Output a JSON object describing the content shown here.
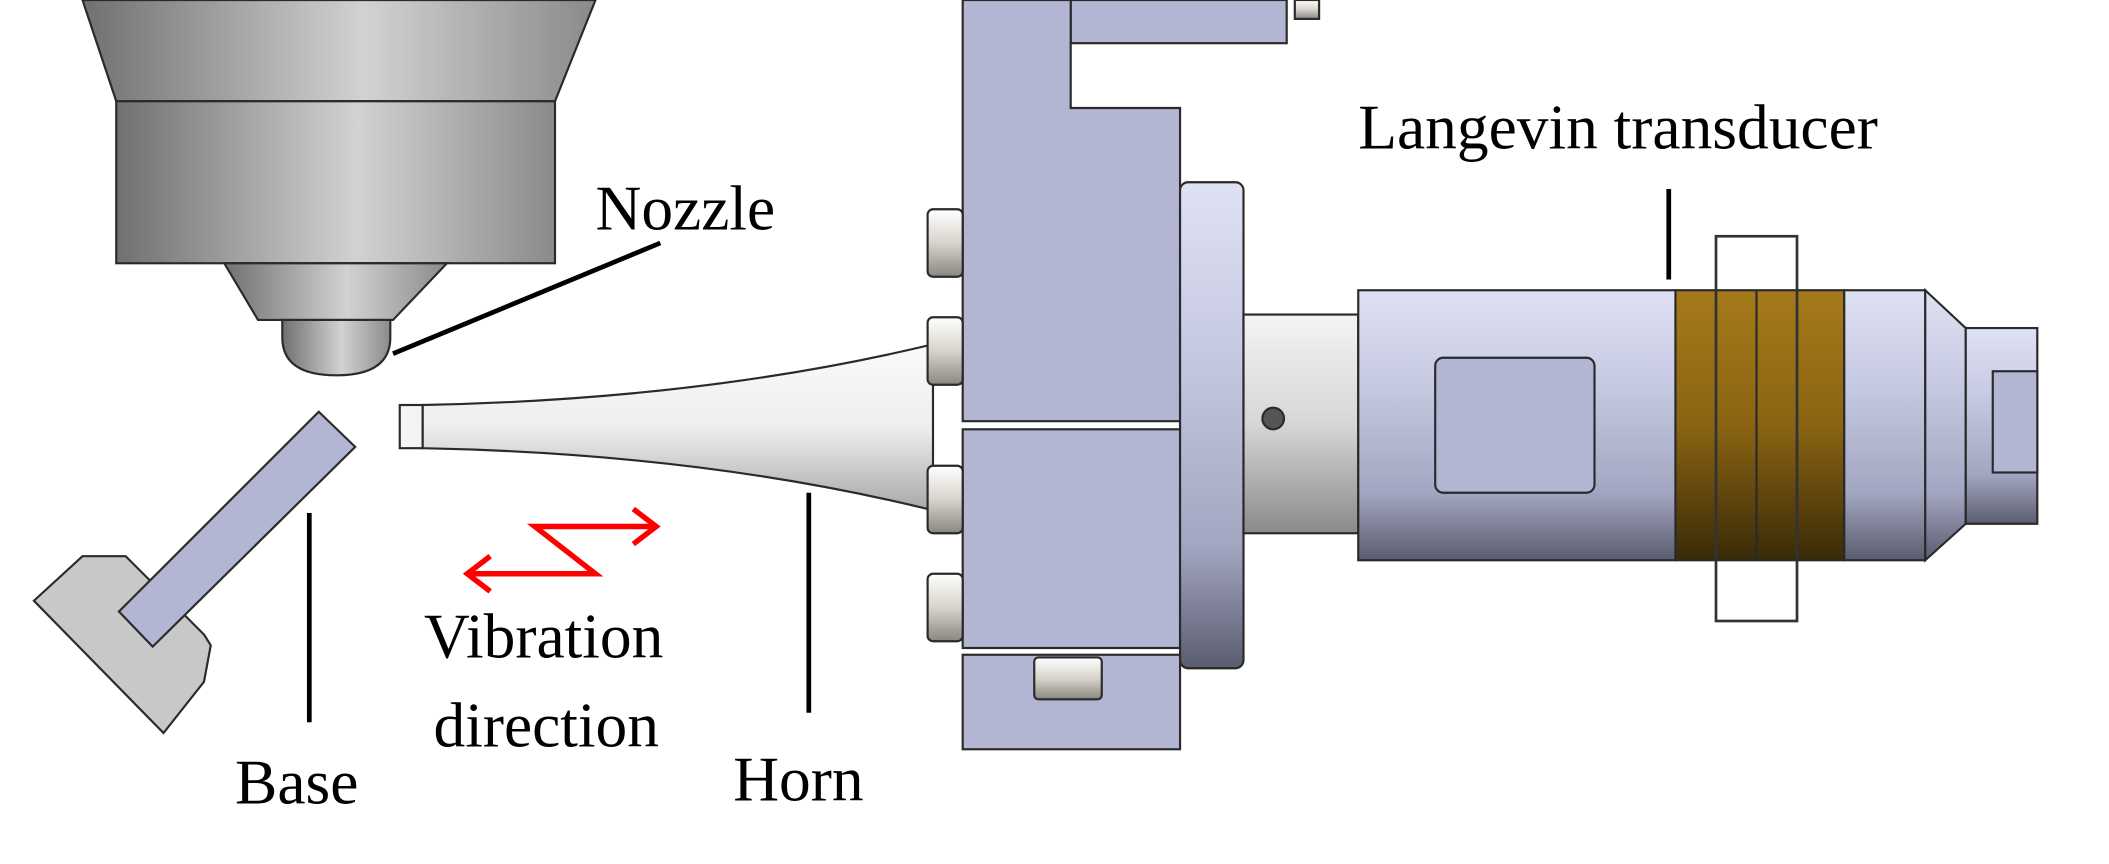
{
  "labels": {
    "nozzle": "Nozzle",
    "transducer": "Langevin transducer",
    "base": "Base",
    "vibration_line1": "Vibration",
    "vibration_line2": "direction",
    "horn": "Horn"
  },
  "colors": {
    "arrow": "#ff0000",
    "mount": "#b3b6d2",
    "piezo_ring": "#8a6412",
    "nozzle": "#b8b8b8",
    "base": "#c8c8c8"
  }
}
